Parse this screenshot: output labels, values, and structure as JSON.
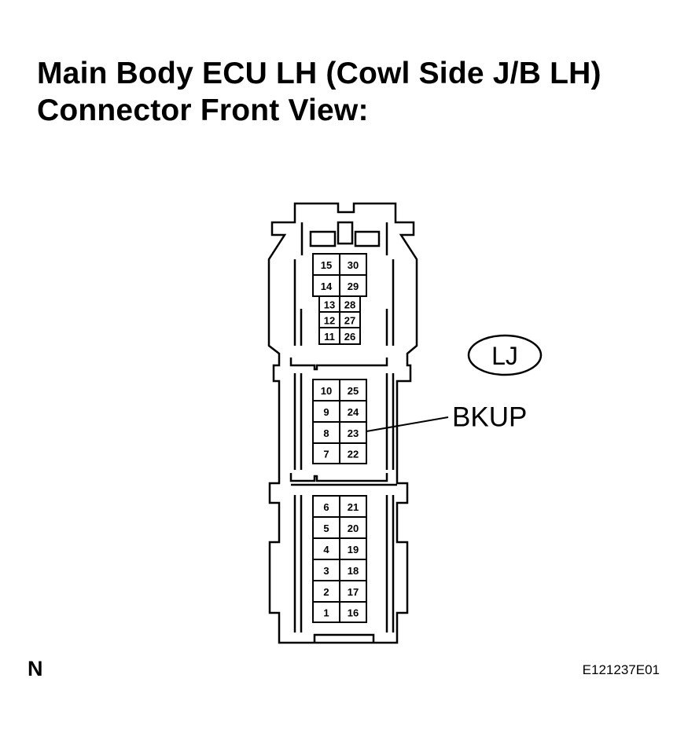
{
  "title": {
    "line1": "Main Body ECU LH (Cowl Side J/B LH)",
    "line2": "Connector Front View:"
  },
  "connector": {
    "code": "LJ",
    "terminal_label": "BKUP",
    "terminal_label_pin": "23",
    "sections": [
      {
        "rows": [
          [
            "15",
            "30"
          ],
          [
            "14",
            "29"
          ],
          [
            "13",
            "28"
          ],
          [
            "12",
            "27"
          ],
          [
            "11",
            "26"
          ]
        ]
      },
      {
        "rows": [
          [
            "10",
            "25"
          ],
          [
            "9",
            "24"
          ],
          [
            "8",
            "23"
          ],
          [
            "7",
            "22"
          ]
        ]
      },
      {
        "rows": [
          [
            "6",
            "21"
          ],
          [
            "5",
            "20"
          ],
          [
            "4",
            "19"
          ],
          [
            "3",
            "18"
          ],
          [
            "2",
            "17"
          ],
          [
            "1",
            "16"
          ]
        ]
      }
    ]
  },
  "footer": {
    "note": "N",
    "figure_code": "E121237E01"
  }
}
